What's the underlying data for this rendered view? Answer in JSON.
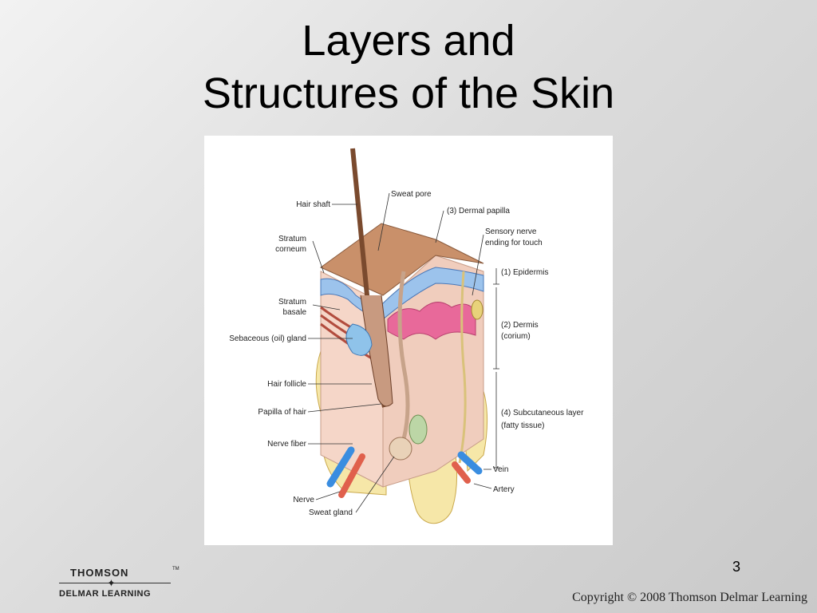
{
  "slide": {
    "title_line1": "Layers and",
    "title_line2": "Structures of the Skin",
    "page_number": "3",
    "copyright": "Copyright © 2008 Thomson Delmar Learning"
  },
  "logo": {
    "top": "THOMSON",
    "bottom": "DELMAR LEARNING",
    "trademark": "TM"
  },
  "diagram": {
    "labels_left": {
      "hair_shaft": "Hair shaft",
      "stratum_corneum_1": "Stratum",
      "stratum_corneum_2": "corneum",
      "stratum_basale_1": "Stratum",
      "stratum_basale_2": "basale",
      "sebaceous_gland": "Sebaceous (oil) gland",
      "hair_follicle": "Hair follicle",
      "papilla_of_hair": "Papilla of hair",
      "nerve_fiber": "Nerve fiber",
      "nerve": "Nerve",
      "sweat_gland": "Sweat gland"
    },
    "labels_right": {
      "sweat_pore": "Sweat pore",
      "dermal_papilla": "(3) Dermal papilla",
      "sensory_nerve_1": "Sensory nerve",
      "sensory_nerve_2": "ending for touch",
      "epidermis": "(1) Epidermis",
      "dermis_1": "(2) Dermis",
      "dermis_2": "(corium)",
      "subcutaneous_1": "(4) Subcutaneous layer",
      "subcutaneous_2": "(fatty tissue)",
      "vein": "Vein",
      "artery": "Artery"
    }
  }
}
